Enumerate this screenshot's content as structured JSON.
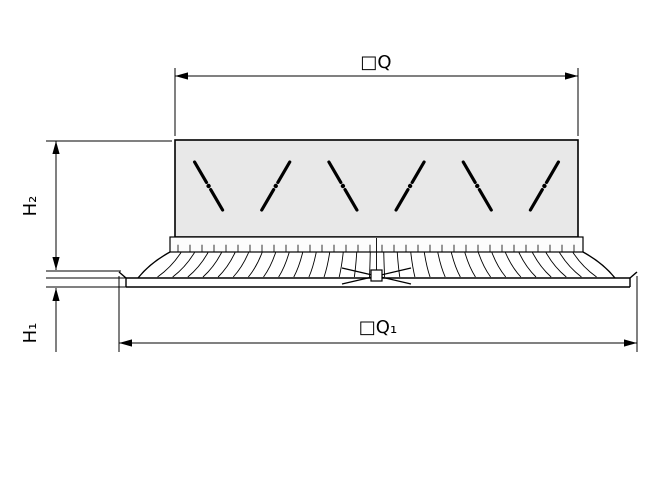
{
  "diagram": {
    "type": "technical-drawing-air-diffuser-side-view",
    "labels": {
      "width_top": "□Q",
      "width_bottom": "□Q₁",
      "height_upper": "H₂",
      "height_lower": "H₁"
    },
    "blade_count": 6,
    "lamella_count": 30,
    "colors": {
      "line": "#000000",
      "body_fill": "#e8e8e8",
      "band_fill": "#fdfdfd",
      "background": "#ffffff"
    }
  }
}
